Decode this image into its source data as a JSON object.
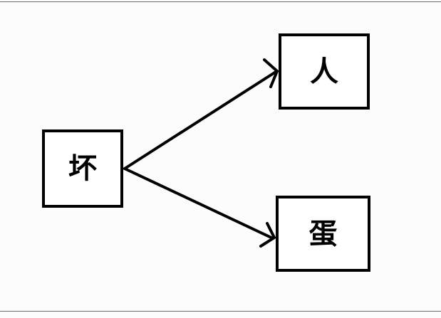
{
  "diagram": {
    "nodes": [
      {
        "id": "bad",
        "label": "坏"
      },
      {
        "id": "person",
        "label": "人"
      },
      {
        "id": "egg",
        "label": "蛋"
      }
    ],
    "edges": [
      {
        "from": "bad",
        "to": "person"
      },
      {
        "from": "bad",
        "to": "egg"
      }
    ],
    "colors": {
      "stroke": "#000000",
      "background": "#ffffff",
      "rule": "#6a6a6a"
    }
  }
}
